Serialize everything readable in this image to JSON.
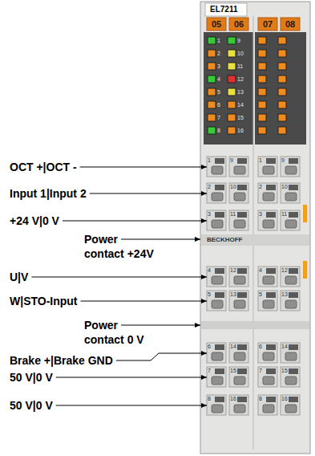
{
  "diagram": {
    "labels": [
      "EL7211",
      "05",
      "06",
      "07",
      "08",
      "1",
      "2",
      "3",
      "4",
      "5",
      "6",
      "7",
      "8",
      "9",
      "10",
      "11",
      "12",
      "13",
      "14",
      "15",
      "16",
      "1",
      "2",
      "3",
      "4",
      "5",
      "6",
      "7",
      "8",
      "9",
      "10",
      "11",
      "12",
      "13",
      "14",
      "15",
      "16",
      "1",
      "2",
      "3",
      "4",
      "5",
      "6",
      "7",
      "8",
      "9",
      "10",
      "11",
      "12",
      "13",
      "14",
      "15",
      "16",
      "BECKHOFF",
      "OCT +|OCT -",
      "Input 1|Input 2",
      "+24 V|0 V",
      "Power contact +24V",
      "U|V",
      "W|STO-Input",
      "Power contact 0 V",
      "Brake +|Brake GND",
      "50 V|0 V",
      "50 V|0 V"
    ]
  }
}
